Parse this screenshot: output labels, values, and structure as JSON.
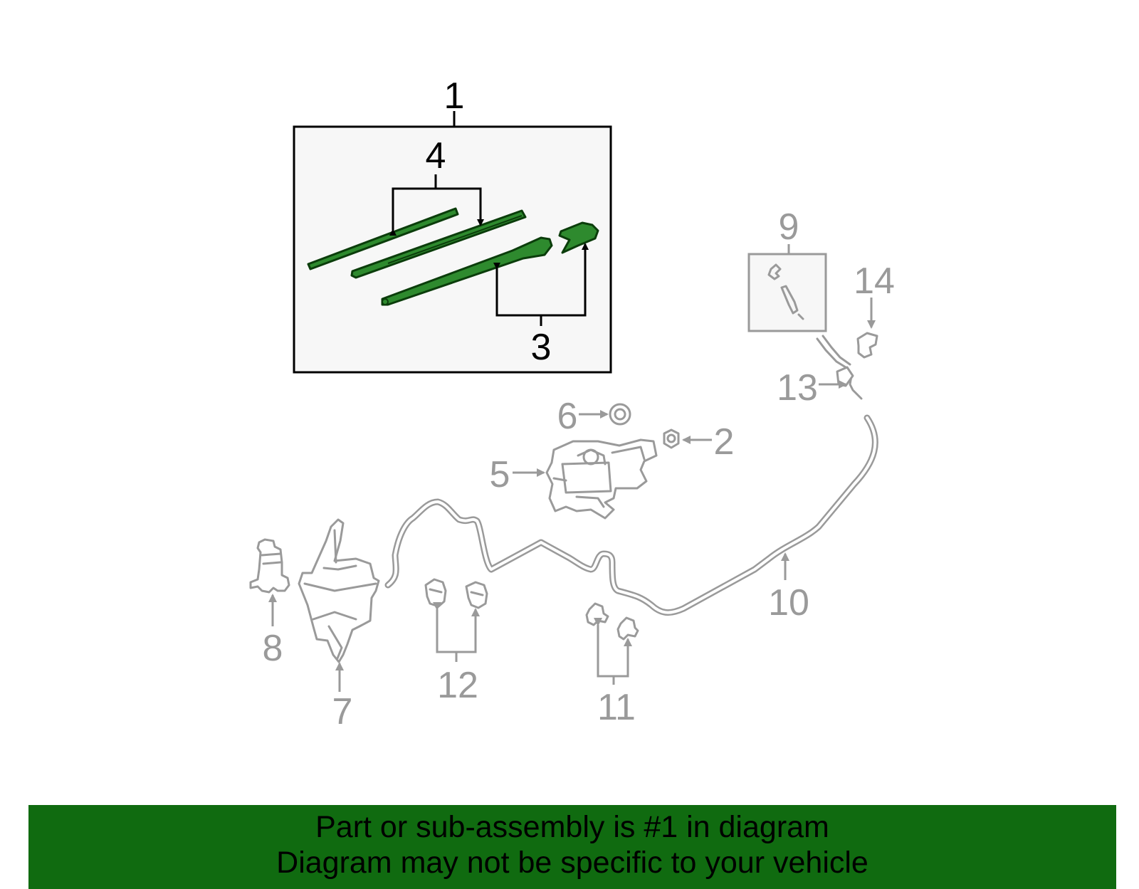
{
  "callouts": {
    "c1": "1",
    "c2": "2",
    "c3": "3",
    "c4": "4",
    "c5": "5",
    "c6": "6",
    "c7": "7",
    "c8": "8",
    "c9": "9",
    "c10": "10",
    "c11": "11",
    "c12": "12",
    "c13": "13",
    "c14": "14"
  },
  "colors": {
    "highlight_part": "#2e8a2e",
    "other_part": "#9a9a9a",
    "banner": "#106b10"
  },
  "banner": {
    "line1": "Part or sub-assembly is #1 in diagram",
    "line2": "Diagram may not be specific to your vehicle"
  }
}
